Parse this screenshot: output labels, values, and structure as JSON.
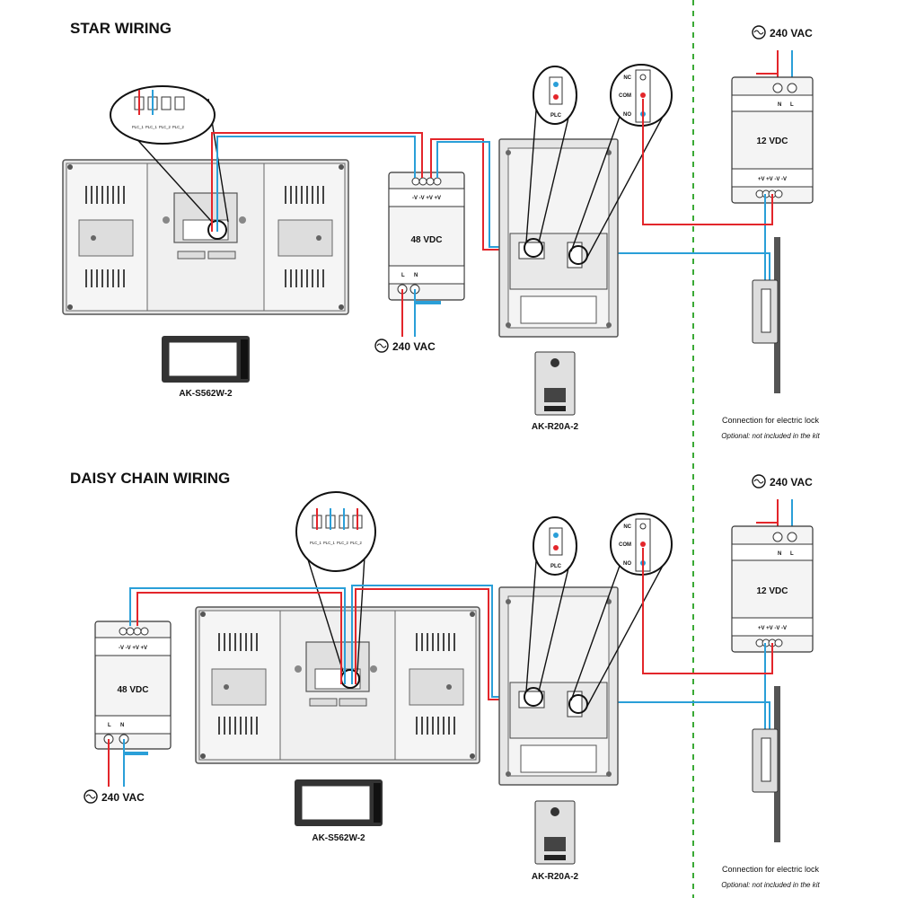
{
  "sections": [
    {
      "title": "STAR WIRING"
    },
    {
      "title": "DAISY CHAIN WIRING"
    }
  ],
  "monitor_model": "AK-S562W-2",
  "door_station_model": "AK-R20A-2",
  "psu_48": {
    "label": "48 VDC",
    "top_terminals": "-V -V +V +V",
    "L": "L",
    "N": "N"
  },
  "psu_12": {
    "label": "12 VDC",
    "bottom_terminals": "+V +V -V -V",
    "N": "N",
    "L": "L"
  },
  "mains": "240 VAC",
  "relay": {
    "NC": "NC",
    "COM": "COM",
    "NO": "NO"
  },
  "plc": "PLC",
  "plc_terminals": [
    "PLC_1",
    "PLC_1",
    "PLC_2",
    "PLC_2"
  ],
  "lock": {
    "caption": "Connection for electric lock",
    "note": "Optional: not included in the kit"
  },
  "colors": {
    "positive": "#e3262b",
    "negative": "#2a9fd8",
    "divider": "#3aa935"
  }
}
